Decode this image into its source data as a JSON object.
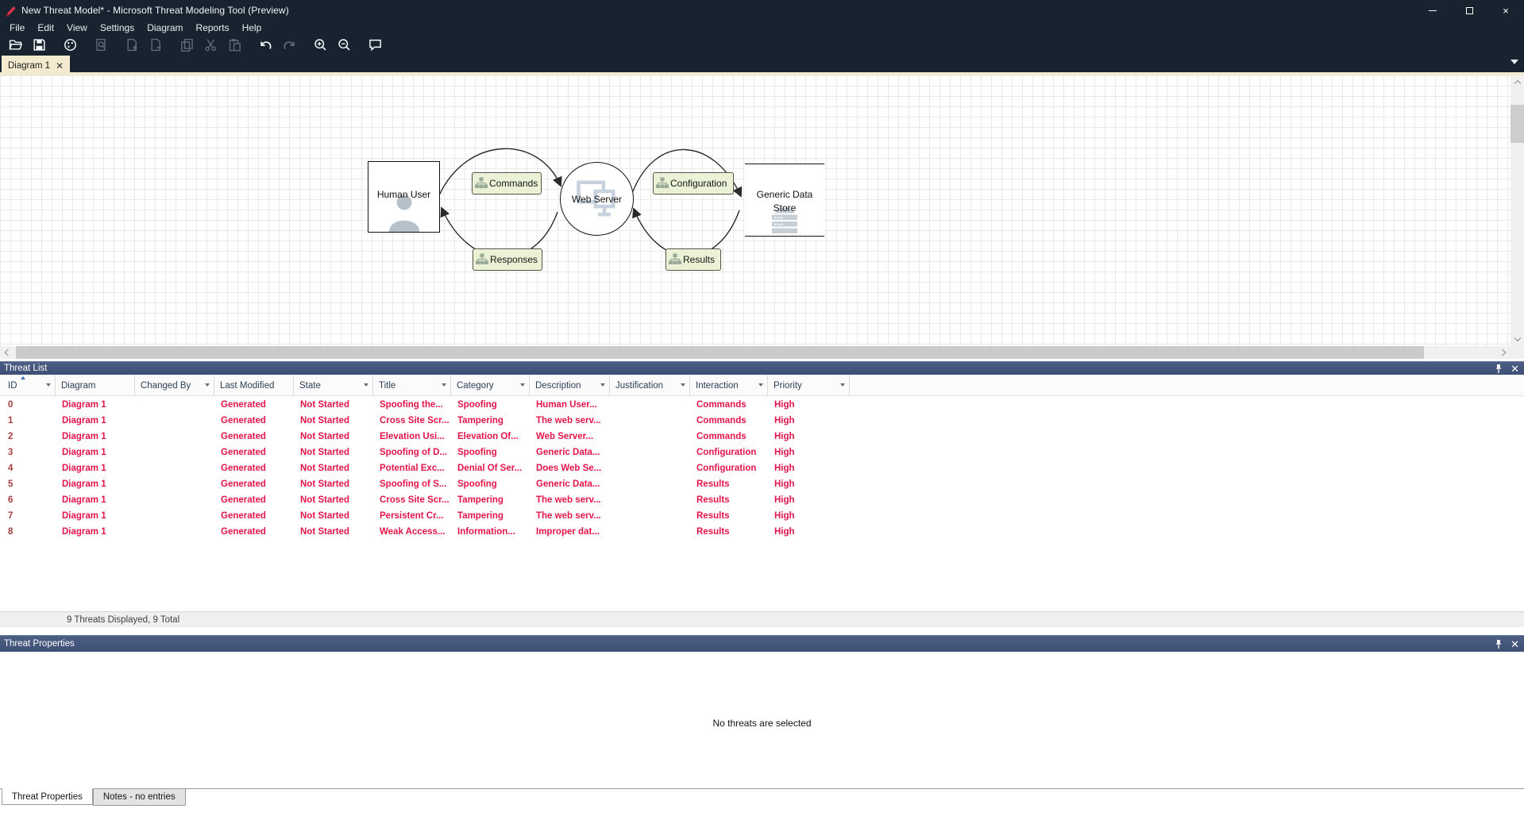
{
  "window": {
    "title": "New Threat Model* - Microsoft Threat Modeling Tool  (Preview)"
  },
  "menu": {
    "items": [
      "File",
      "Edit",
      "View",
      "Settings",
      "Diagram",
      "Reports",
      "Help"
    ]
  },
  "toolbar": {
    "icons": [
      {
        "name": "open",
        "enabled": true
      },
      {
        "name": "save",
        "enabled": true
      },
      {
        "name": "palette",
        "enabled": true
      },
      {
        "name": "report",
        "enabled": false
      },
      {
        "name": "add-diagram",
        "enabled": false
      },
      {
        "name": "remove-diagram",
        "enabled": false
      },
      {
        "name": "copy",
        "enabled": false
      },
      {
        "name": "cut",
        "enabled": false
      },
      {
        "name": "paste",
        "enabled": false
      },
      {
        "name": "undo",
        "enabled": true
      },
      {
        "name": "redo",
        "enabled": false
      },
      {
        "name": "zoom-in",
        "enabled": true
      },
      {
        "name": "zoom-out",
        "enabled": true
      },
      {
        "name": "feedback",
        "enabled": true
      }
    ]
  },
  "tabs": {
    "diagram_label": "Diagram 1"
  },
  "canvas": {
    "nodes": [
      {
        "type": "external-interactor",
        "label": "Human User"
      },
      {
        "type": "process",
        "label": "Web Server"
      },
      {
        "type": "data-store",
        "label": "Generic Data Store"
      }
    ],
    "flows": [
      {
        "label": "Commands"
      },
      {
        "label": "Configuration"
      },
      {
        "label": "Responses"
      },
      {
        "label": "Results"
      }
    ]
  },
  "threat_list": {
    "title": "Threat List",
    "columns": [
      {
        "label": "ID",
        "sorted": "asc",
        "filter": true
      },
      {
        "label": "Diagram",
        "filter": false
      },
      {
        "label": "Changed By",
        "filter": true
      },
      {
        "label": "Last Modified",
        "filter": false
      },
      {
        "label": "State",
        "filter": true
      },
      {
        "label": "Title",
        "filter": true
      },
      {
        "label": "Category",
        "filter": true
      },
      {
        "label": "Description",
        "filter": true
      },
      {
        "label": "Justification",
        "filter": true
      },
      {
        "label": "Interaction",
        "filter": true
      },
      {
        "label": "Priority",
        "filter": true
      }
    ],
    "rows": [
      [
        "0",
        "Diagram 1",
        "",
        "Generated",
        "Not Started",
        "Spoofing the...",
        "Spoofing",
        "Human User...",
        "",
        "Commands",
        "High"
      ],
      [
        "1",
        "Diagram 1",
        "",
        "Generated",
        "Not Started",
        "Cross Site Scr...",
        "Tampering",
        "The web serv...",
        "",
        "Commands",
        "High"
      ],
      [
        "2",
        "Diagram 1",
        "",
        "Generated",
        "Not Started",
        "Elevation Usi...",
        "Elevation Of...",
        "Web Server...",
        "",
        "Commands",
        "High"
      ],
      [
        "3",
        "Diagram 1",
        "",
        "Generated",
        "Not Started",
        "Spoofing of D...",
        "Spoofing",
        "Generic Data...",
        "",
        "Configuration",
        "High"
      ],
      [
        "4",
        "Diagram 1",
        "",
        "Generated",
        "Not Started",
        "Potential Exc...",
        "Denial Of Ser...",
        "Does Web Se...",
        "",
        "Configuration",
        "High"
      ],
      [
        "5",
        "Diagram 1",
        "",
        "Generated",
        "Not Started",
        "Spoofing of S...",
        "Spoofing",
        "Generic Data...",
        "",
        "Results",
        "High"
      ],
      [
        "6",
        "Diagram 1",
        "",
        "Generated",
        "Not Started",
        "Cross Site Scr...",
        "Tampering",
        "The web serv...",
        "",
        "Results",
        "High"
      ],
      [
        "7",
        "Diagram 1",
        "",
        "Generated",
        "Not Started",
        "Persistent Cr...",
        "Tampering",
        "The web serv...",
        "",
        "Results",
        "High"
      ],
      [
        "8",
        "Diagram 1",
        "",
        "Generated",
        "Not Started",
        "Weak Access...",
        "Information...",
        "Improper dat...",
        "",
        "Results",
        "High"
      ]
    ],
    "status": "9 Threats Displayed, 9 Total"
  },
  "threat_properties": {
    "title": "Threat Properties",
    "empty_message": "No threats are selected",
    "tabs": [
      "Threat Properties",
      "Notes - no entries"
    ]
  },
  "colors": {
    "titlebar_bg": "#17242f",
    "active_tab_bg": "#f3ead0",
    "panel_header_bg": "#44567c",
    "row_text": "#e31549",
    "row_id_text": "#a43d3f",
    "flow_label_bg": "#eaf1d4",
    "header_text": "#2b3f58"
  }
}
